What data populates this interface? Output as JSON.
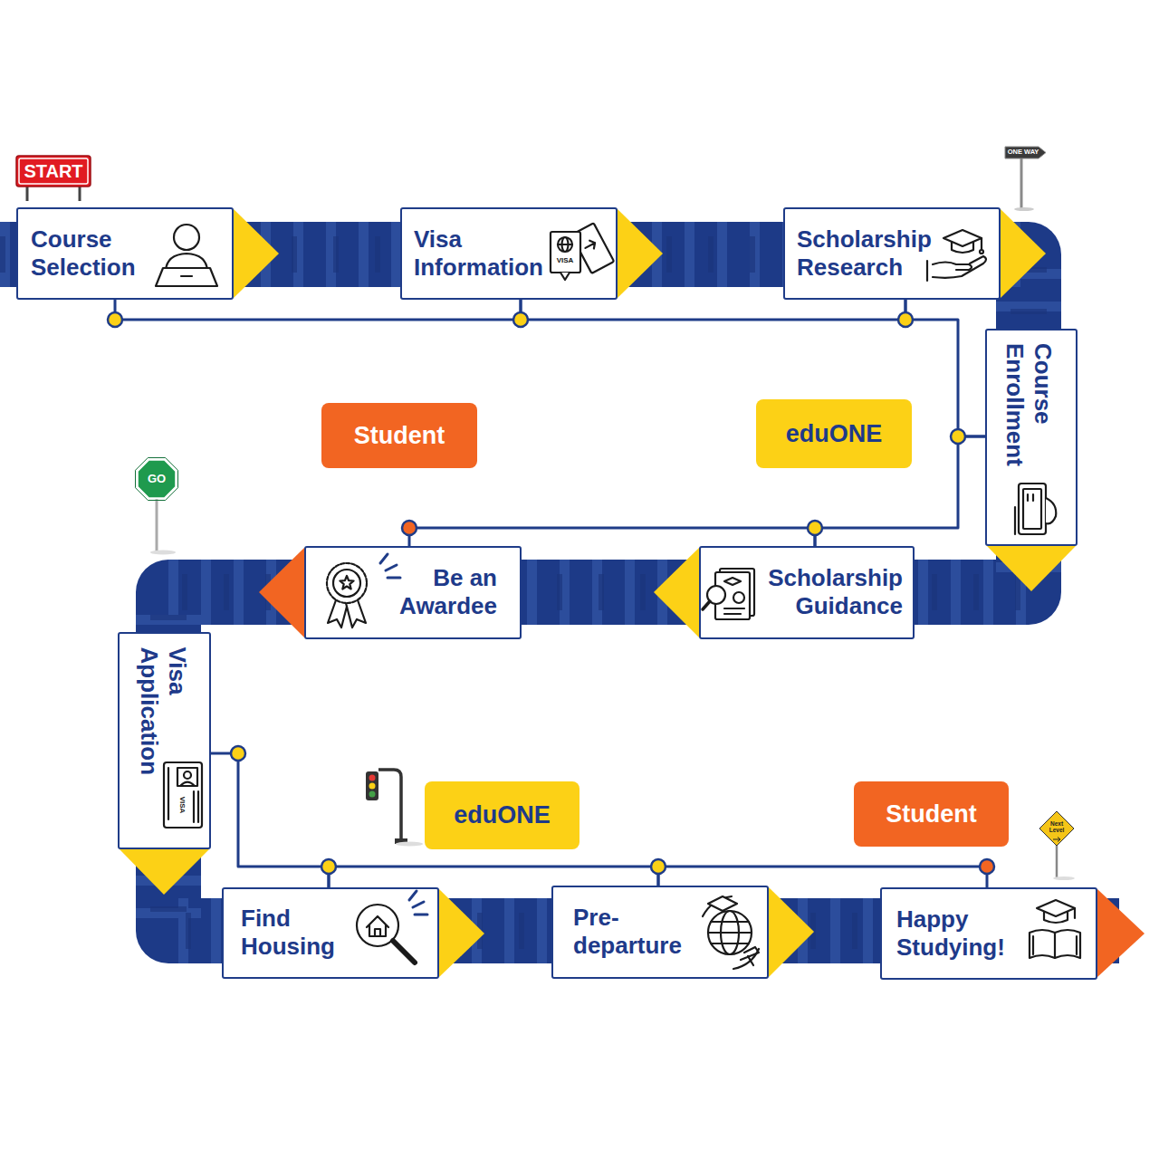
{
  "diagram": {
    "nodes": [
      {
        "text": [
          "Course Selection"
        ]
      },
      {
        "text": [
          "Visa Information"
        ]
      },
      {
        "text": [
          "Scholarship Research"
        ]
      },
      {
        "text": [
          "Course Enrollment"
        ]
      },
      {
        "text": [
          "Scholarship Guidance"
        ]
      },
      {
        "text": [
          "Be an Awardee"
        ]
      },
      {
        "text": [
          "Visa Application"
        ]
      },
      {
        "text": [
          "Find Housing"
        ]
      },
      {
        "text": [
          "Pre-departure"
        ]
      },
      {
        "text": [
          "Happy Studying!"
        ]
      },
      {
        "text": [
          "Student"
        ]
      },
      {
        "text": [
          "eduONE"
        ]
      },
      {
        "text": [
          "eduONE"
        ]
      },
      {
        "text": [
          "Student"
        ]
      }
    ],
    "edges": [
      {
        "from": 0,
        "to": 1,
        "arrow": "none"
      },
      {
        "from": 1,
        "to": 2,
        "arrow": "none"
      },
      {
        "from": 2,
        "to": 3,
        "arrow": "none"
      },
      {
        "from": 3,
        "to": 4,
        "arrow": "none"
      },
      {
        "from": 4,
        "to": 5,
        "arrow": "none"
      },
      {
        "from": 6,
        "to": 7,
        "arrow": "none"
      },
      {
        "from": 7,
        "to": 8,
        "arrow": "none"
      },
      {
        "from": 8,
        "to": 9,
        "arrow": "none"
      }
    ],
    "labels": [
      "START",
      "ONE WAY",
      "GO",
      "Next Level",
      "VISA",
      "VISA"
    ]
  }
}
